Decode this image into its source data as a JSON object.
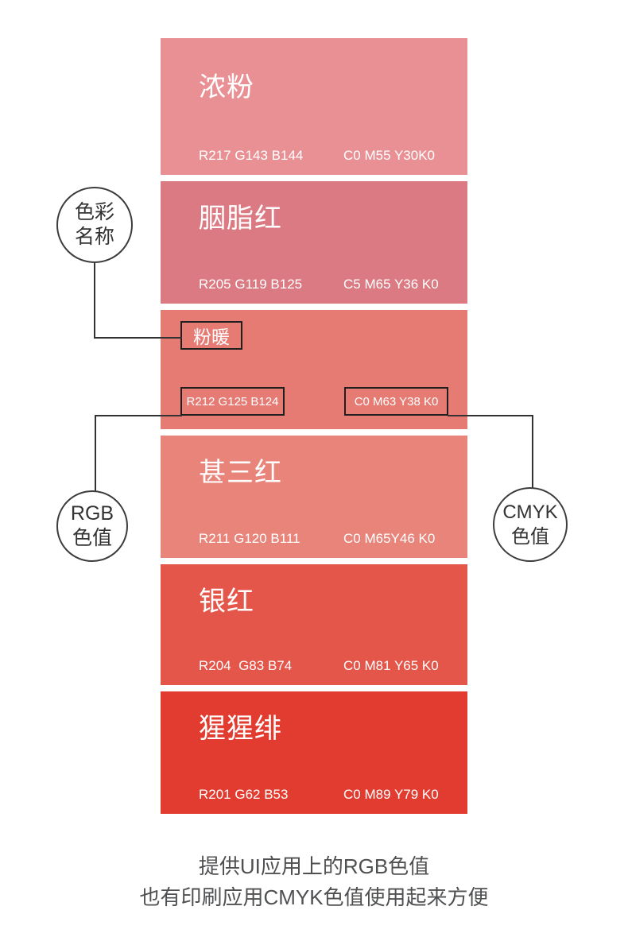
{
  "swatches": [
    {
      "name": "浓粉",
      "rgb": "R217 G143 B144",
      "cmyk": "C0 M55 Y30K0",
      "color": "#E99095"
    },
    {
      "name": "胭脂红",
      "rgb": "R205 G119 B125",
      "cmyk": "C5 M65 Y36 K0",
      "color": "#DB7A82"
    },
    {
      "name": "粉暖",
      "rgb": "R212 G125 B124",
      "cmyk": "C0 M63 Y38 K0",
      "color": "#E67B74"
    },
    {
      "name": "甚三红",
      "rgb": "R211 G120 B111",
      "cmyk": "C0 M65Y46 K0",
      "color": "#E8847A"
    },
    {
      "name": "银红",
      "rgb": "R204  G83 B74",
      "cmyk": "C0 M81 Y65 K0",
      "color": "#E5564A"
    },
    {
      "name": "猩猩绯",
      "rgb": "R201 G62 B53",
      "cmyk": "C0 M89 Y79 K0",
      "color": "#E23C30"
    }
  ],
  "annotations": {
    "color_name": {
      "line1": "色彩",
      "line2": "名称"
    },
    "rgb": {
      "line1": "RGB",
      "line2": "色值"
    },
    "cmyk": {
      "line1": "CMYK",
      "line2": "色值"
    }
  },
  "caption": {
    "line1": "提供UI应用上的RGB色值",
    "line2": "也有印刷应用CMYK色值使用起来方便"
  }
}
